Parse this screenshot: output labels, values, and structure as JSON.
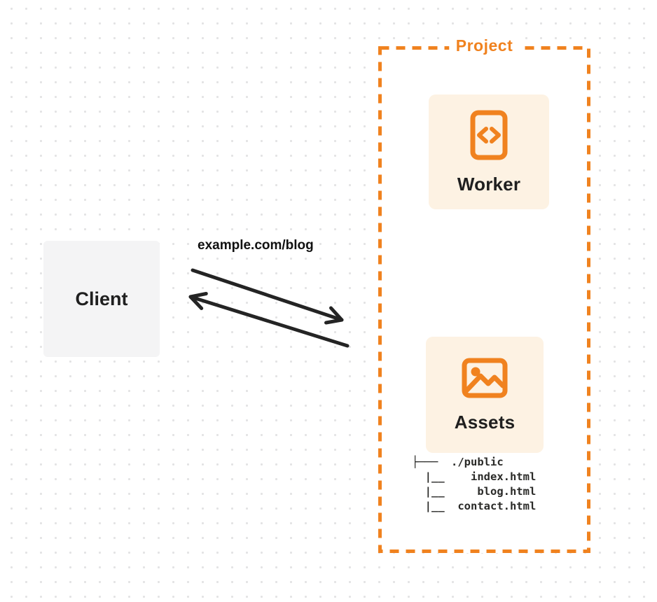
{
  "theme": {
    "orange": "#F0821F",
    "card-bg": "#FDF2E3",
    "client-bg": "#F4F4F5",
    "text-dark": "#1F1F1F",
    "arrow": "#242424",
    "dot": "#E3E3E4"
  },
  "diagram": {
    "project_label": "Project",
    "worker": {
      "label": "Worker",
      "icon": "code-file-icon"
    },
    "assets": {
      "label": "Assets",
      "icon": "image-icon"
    },
    "client_label": "Client",
    "request_label": "example.com/blog",
    "file_tree": "├───  ./public\n  |__    index.html\n  |__     blog.html\n  |__  contact.html"
  }
}
